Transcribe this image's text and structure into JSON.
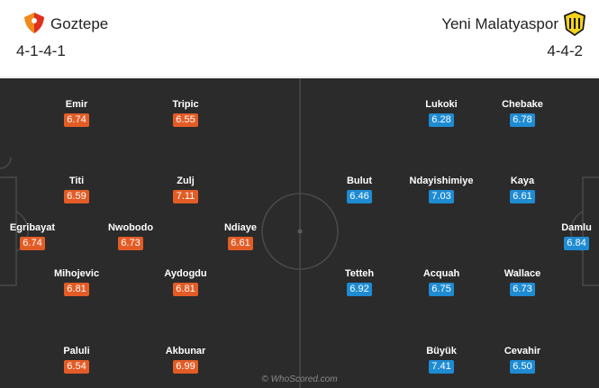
{
  "home": {
    "team_name": "Goztepe",
    "formation": "4-1-4-1",
    "logo_icon": "goztepe-crest-icon",
    "rating_color": "#e35c26",
    "players": [
      {
        "name": "Egribayat",
        "rating": "6.74"
      },
      {
        "name": "Emir",
        "rating": "6.74"
      },
      {
        "name": "Titi",
        "rating": "6.59"
      },
      {
        "name": "Mihojevic",
        "rating": "6.81"
      },
      {
        "name": "Paluli",
        "rating": "6.54"
      },
      {
        "name": "Nwobodo",
        "rating": "6.73"
      },
      {
        "name": "Tripic",
        "rating": "6.55"
      },
      {
        "name": "Zulj",
        "rating": "7.11"
      },
      {
        "name": "Aydogdu",
        "rating": "6.81"
      },
      {
        "name": "Akbunar",
        "rating": "6.99"
      },
      {
        "name": "Ndiaye",
        "rating": "6.61"
      }
    ]
  },
  "away": {
    "team_name": "Yeni Malatyaspor",
    "formation": "4-4-2",
    "logo_icon": "yeni-malatyaspor-crest-icon",
    "rating_color": "#1e8bd3",
    "players": [
      {
        "name": "Damlu",
        "rating": "6.84"
      },
      {
        "name": "Chebake",
        "rating": "6.78"
      },
      {
        "name": "Kaya",
        "rating": "6.61"
      },
      {
        "name": "Wallace",
        "rating": "6.73"
      },
      {
        "name": "Cevahir",
        "rating": "6.50"
      },
      {
        "name": "Lukoki",
        "rating": "6.28"
      },
      {
        "name": "Ndayishimiye",
        "rating": "7.03"
      },
      {
        "name": "Acquah",
        "rating": "6.75"
      },
      {
        "name": "Büyük",
        "rating": "7.41"
      },
      {
        "name": "Bulut",
        "rating": "6.46"
      },
      {
        "name": "Tetteh",
        "rating": "6.92"
      }
    ]
  },
  "watermark": "© WhoScored.com"
}
